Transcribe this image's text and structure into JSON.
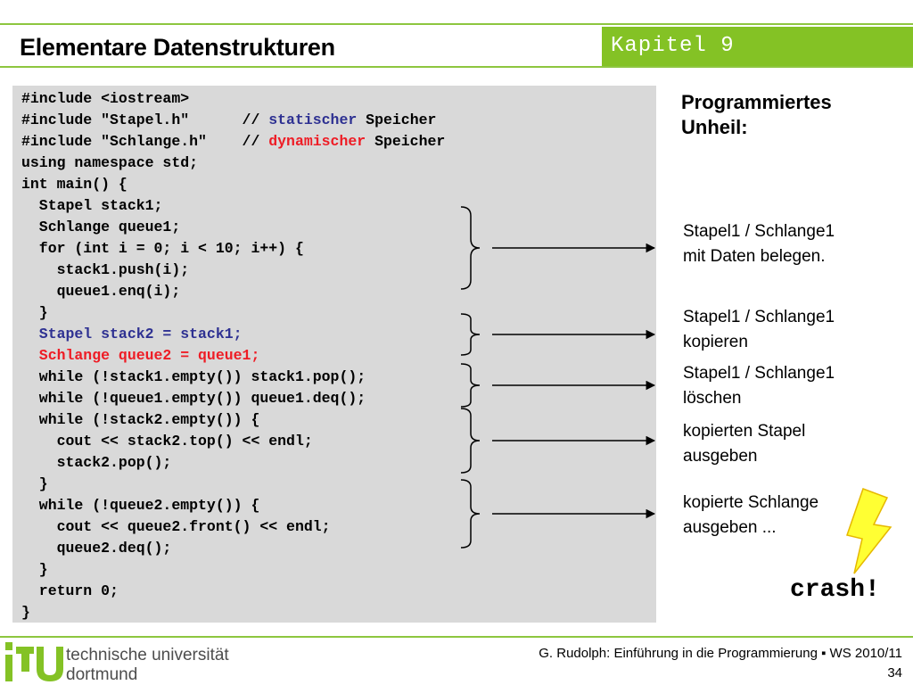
{
  "header": {
    "title": "Elementare Datenstrukturen",
    "chapter": "Kapitel 9"
  },
  "code": [
    [
      {
        "t": "#include <iostream>",
        "c": ""
      }
    ],
    [
      {
        "t": "#include \"Stapel.h\"      // ",
        "c": ""
      },
      {
        "t": "statischer",
        "c": "blue"
      },
      {
        "t": " Speicher",
        "c": ""
      }
    ],
    [
      {
        "t": "#include \"Schlange.h\"    // ",
        "c": ""
      },
      {
        "t": "dynamischer",
        "c": "red"
      },
      {
        "t": " Speicher",
        "c": ""
      }
    ],
    [
      {
        "t": "using namespace std;",
        "c": ""
      }
    ],
    [
      {
        "t": "int main() {",
        "c": ""
      }
    ],
    [
      {
        "t": "  Stapel stack1;",
        "c": ""
      }
    ],
    [
      {
        "t": "  Schlange queue1;",
        "c": ""
      }
    ],
    [
      {
        "t": "  for (int i = 0; i < 10; i++) {",
        "c": ""
      }
    ],
    [
      {
        "t": "    stack1.push(i);",
        "c": ""
      }
    ],
    [
      {
        "t": "    queue1.enq(i);",
        "c": ""
      }
    ],
    [
      {
        "t": "  }",
        "c": ""
      }
    ],
    [
      {
        "t": "  Stapel stack2 = stack1;",
        "c": "blue"
      }
    ],
    [
      {
        "t": "  Schlange queue2 = queue1;",
        "c": "red"
      }
    ],
    [
      {
        "t": "  while (!stack1.empty()) stack1.pop();",
        "c": ""
      }
    ],
    [
      {
        "t": "  while (!queue1.empty()) queue1.deq();",
        "c": ""
      }
    ],
    [
      {
        "t": "  while (!stack2.empty()) {",
        "c": ""
      }
    ],
    [
      {
        "t": "    cout << stack2.top() << endl;",
        "c": ""
      }
    ],
    [
      {
        "t": "    stack2.pop();",
        "c": ""
      }
    ],
    [
      {
        "t": "  }",
        "c": ""
      }
    ],
    [
      {
        "t": "  while (!queue2.empty()) {",
        "c": ""
      }
    ],
    [
      {
        "t": "    cout << queue2.front() << endl;",
        "c": ""
      }
    ],
    [
      {
        "t": "    queue2.deq();",
        "c": ""
      }
    ],
    [
      {
        "t": "  }",
        "c": ""
      }
    ],
    [
      {
        "t": "  return 0;",
        "c": ""
      }
    ],
    [
      {
        "t": "}",
        "c": ""
      }
    ]
  ],
  "side": {
    "title_1": "Programmiertes",
    "title_2": "Unheil:",
    "notes": [
      {
        "l1": "Stapel1 / Schlange1",
        "l2": "mit Daten belegen."
      },
      {
        "l1": "Stapel1 / Schlange1",
        "l2": "kopieren"
      },
      {
        "l1": "Stapel1 / Schlange1",
        "l2": "löschen"
      },
      {
        "l1": "kopierten Stapel",
        "l2": "ausgeben"
      },
      {
        "l1": "kopierte Schlange",
        "l2": "ausgeben ..."
      }
    ],
    "crash": "crash!"
  },
  "footer": {
    "uni_1": "technische universität",
    "uni_2": "dortmund",
    "course": "G. Rudolph: Einführung in die Programmierung ▪ WS 2010/11",
    "page": "34"
  },
  "icons": [
    "tu-logo-icon",
    "lightning-icon",
    "brace-icon",
    "arrow-icon"
  ],
  "colors": {
    "accent": "#84c225",
    "code_bg": "#d9d9d9",
    "blue": "#2e3192",
    "red": "#ee1c25",
    "lightning": "#ffff33"
  }
}
